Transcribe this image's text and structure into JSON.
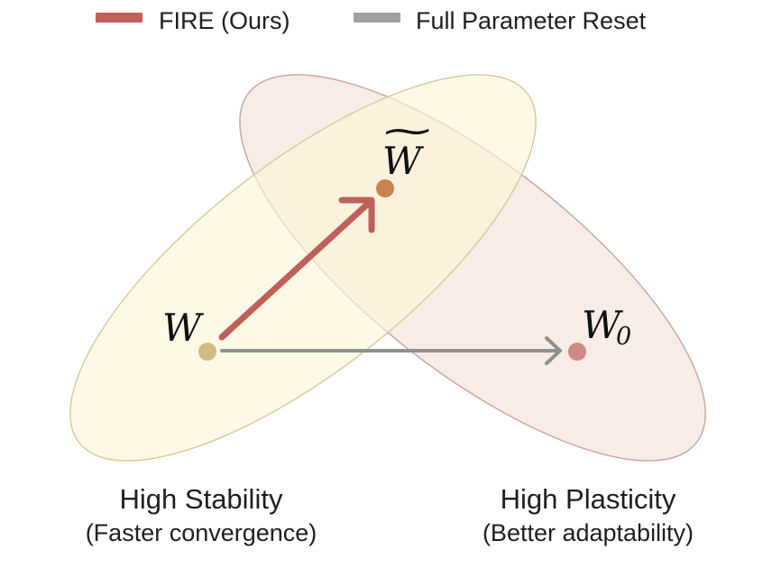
{
  "legend": {
    "items": [
      {
        "label": "FIRE (Ours)",
        "color": "#c0605a"
      },
      {
        "label": "Full Parameter Reset",
        "color": "#a0a0a0"
      }
    ]
  },
  "nodes": {
    "w": {
      "label": "W",
      "color": "#d2bb84"
    },
    "w_tilde": {
      "label": "W",
      "accent": "~",
      "color": "#c98150"
    },
    "w0": {
      "label": "W",
      "subscript": "0",
      "color": "#d08a88"
    }
  },
  "regions": {
    "stability": {
      "title": "High Stability",
      "subtitle": "(Faster convergence)",
      "fill": "#fdf5d9",
      "stroke": "#d8cc9c"
    },
    "plasticity": {
      "title": "High Plasticity",
      "subtitle": "(Better adaptability)",
      "fill": "#f5e5dc",
      "stroke": "#c9a9a4"
    }
  },
  "edges": {
    "fire": {
      "from": "W",
      "to": "W~",
      "color": "#c0605a"
    },
    "reset": {
      "from": "W",
      "to": "W0",
      "color": "#909090"
    }
  }
}
